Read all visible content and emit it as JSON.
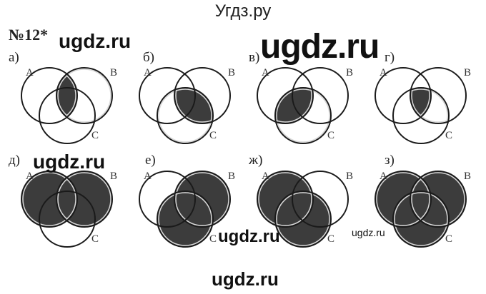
{
  "header": {
    "site_title": "Угдз.ру",
    "task_number": "№12*"
  },
  "watermarks": [
    "ugdz.ru",
    "ugdz.ru",
    "ugdz.ru",
    "ugdz.ru",
    "ugdz.ru",
    "ugdz.ru"
  ],
  "set_labels": [
    "A",
    "B",
    "C"
  ],
  "colors": {
    "shade": "#3c3c3c",
    "outline": "#1a1a1a"
  },
  "diagrams": [
    {
      "label": "а)",
      "operation": "intersection",
      "sets": [
        "A",
        "B"
      ]
    },
    {
      "label": "б)",
      "operation": "intersection",
      "sets": [
        "B",
        "C"
      ]
    },
    {
      "label": "в)",
      "operation": "intersection",
      "sets": [
        "A",
        "C"
      ]
    },
    {
      "label": "г)",
      "operation": "intersection",
      "sets": [
        "A",
        "B",
        "C"
      ]
    },
    {
      "label": "д)",
      "operation": "union",
      "sets": [
        "A",
        "B"
      ]
    },
    {
      "label": "е)",
      "operation": "union",
      "sets": [
        "B",
        "C"
      ]
    },
    {
      "label": "ж)",
      "operation": "union",
      "sets": [
        "A",
        "C"
      ]
    },
    {
      "label": "з)",
      "operation": "union",
      "sets": [
        "A",
        "B",
        "C"
      ]
    }
  ]
}
